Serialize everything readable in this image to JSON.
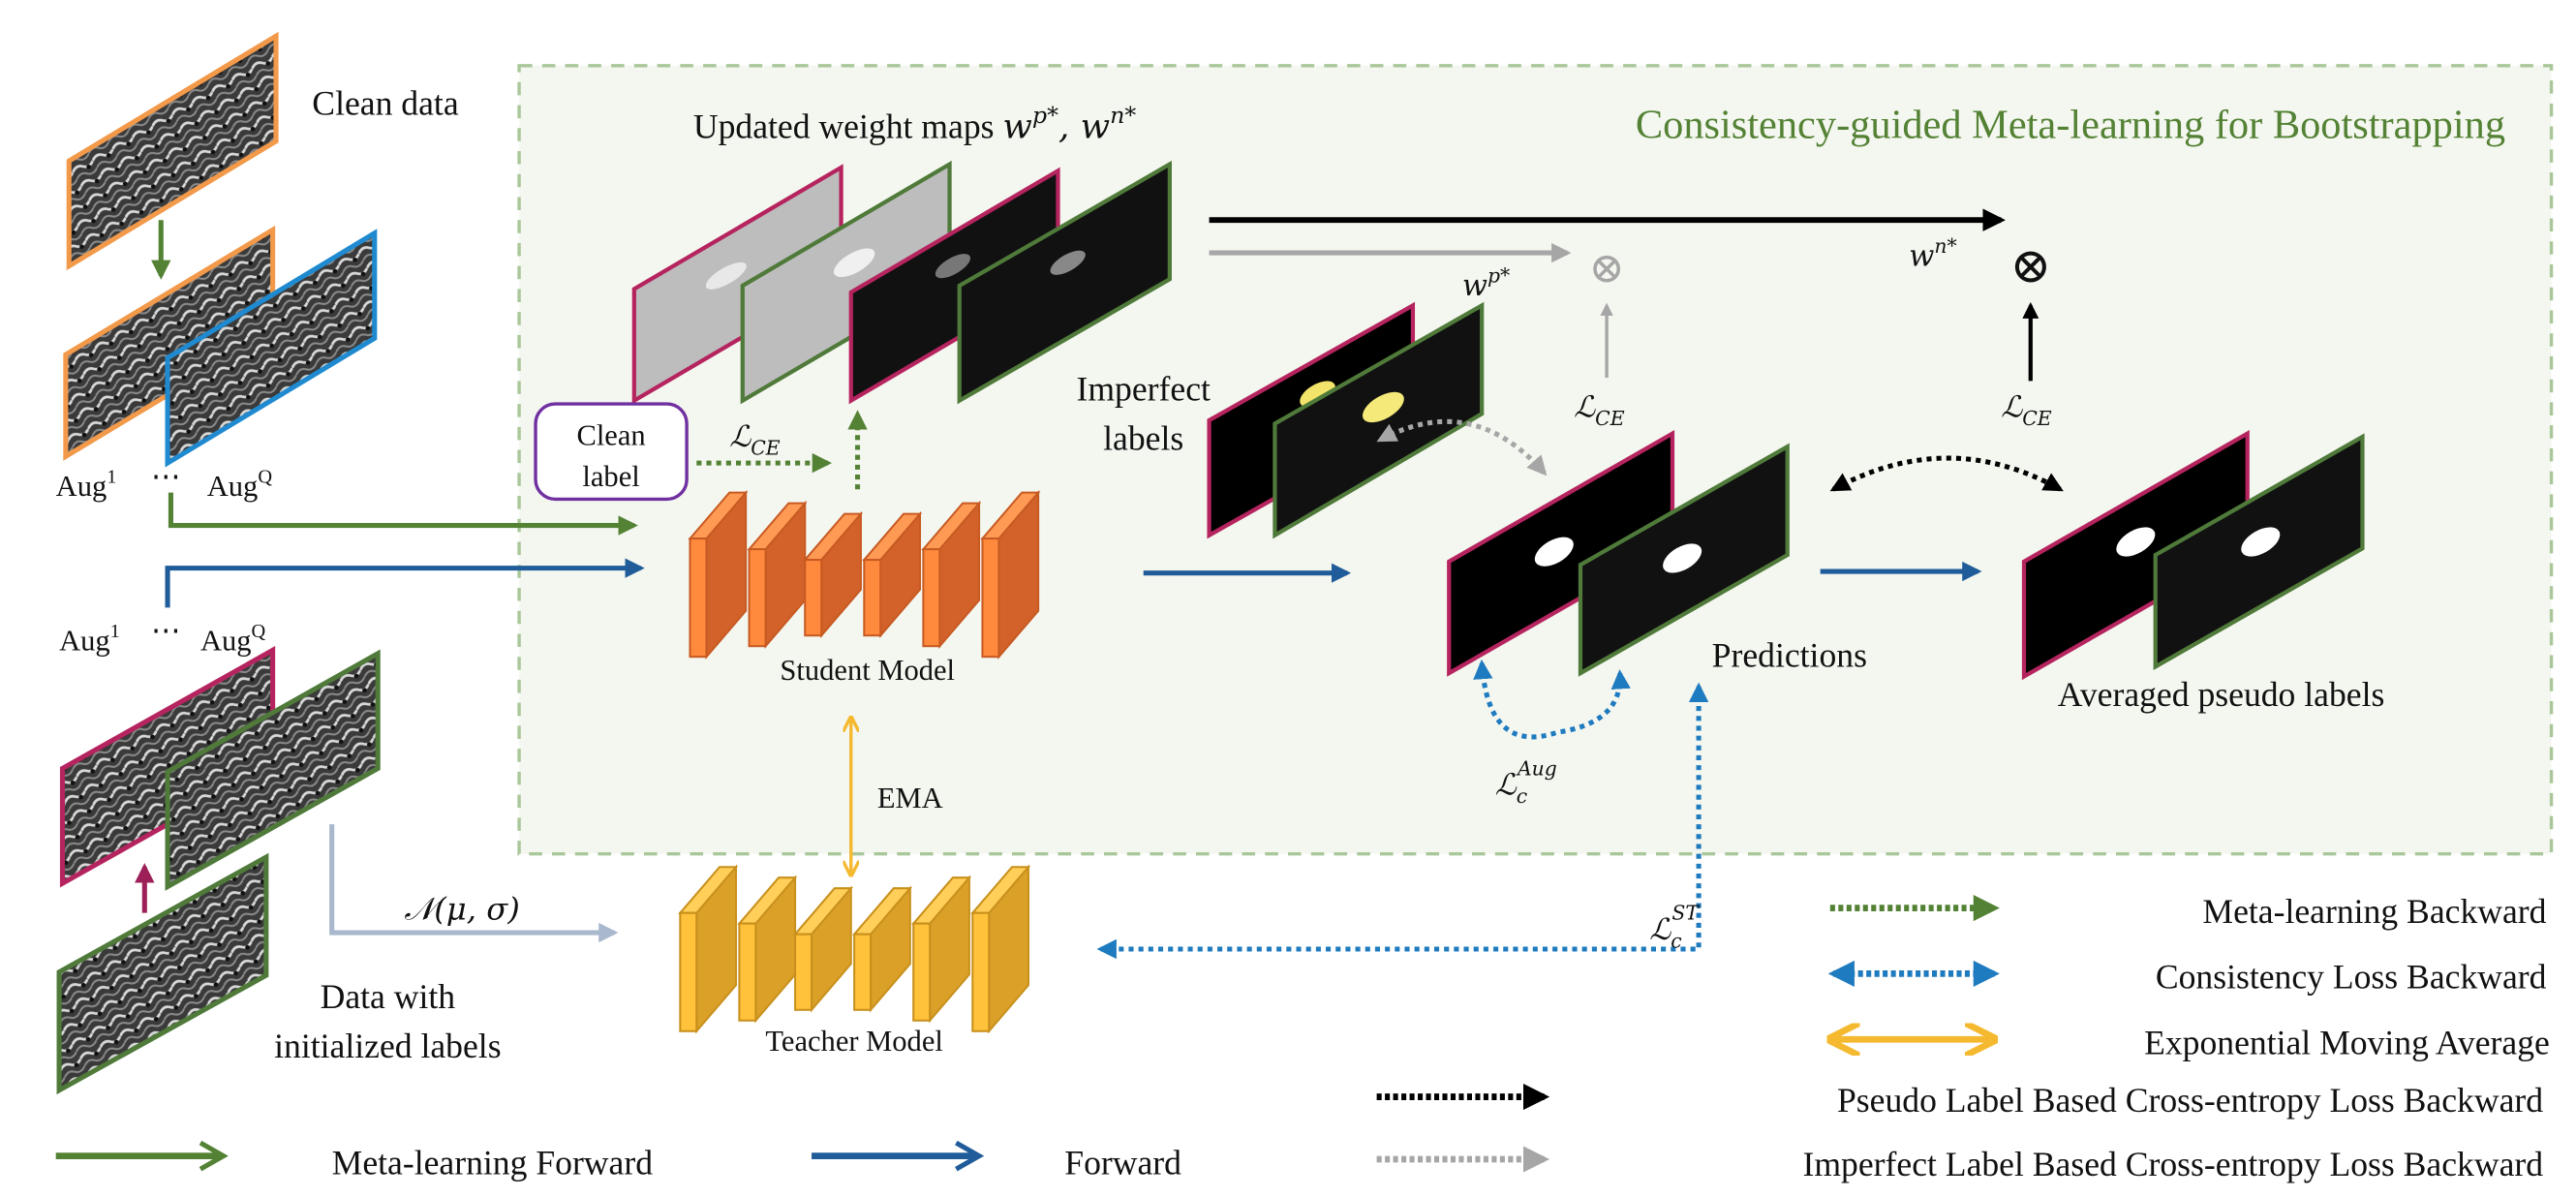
{
  "title": "Consistency-guided Meta-learning for Bootstrapping",
  "colors": {
    "meta_green": "#548235",
    "forward_blue": "#1f5c99",
    "consistency_blue": "#1f7bbf",
    "ema_yellow": "#f5b930",
    "student_orange": "#e06a2c",
    "teacher_gold": "#e0a22a",
    "frame_magenta": "#b5245e",
    "frame_green": "#4f7a3a",
    "frame_orange": "#f2994a",
    "frame_blue": "#1f8ad0",
    "clean_label_purple": "#7030a0",
    "imperfect_gray": "#a6a6a6",
    "region_bg": "#f4f7f0",
    "region_border": "#a9c79a"
  },
  "labels": {
    "clean_data": "Clean data",
    "aug_first": "Aug",
    "aug_first_sup": "1",
    "aug_ellipsis": "⋯",
    "aug_last": "Aug",
    "aug_last_sup": "Q",
    "clean_label_line1": "Clean",
    "clean_label_line2": "label",
    "weight_maps": "Updated weight maps ",
    "weight_maps_math": "w",
    "weight_maps_sup1": "p*",
    "weight_maps_sep": ", w",
    "weight_maps_sup2": "n*",
    "imperfect_line1": "Imperfect",
    "imperfect_line2": "labels",
    "student_model": "Student Model",
    "teacher_model": "Teacher Model",
    "ema": "EMA",
    "predictions": "Predictions",
    "averaged_pseudo": "Averaged pseudo labels",
    "data_init_line1": "Data with",
    "data_init_line2": "initialized labels",
    "noise": "𝒩(μ, σ)",
    "loss_ce_main": "ℒ",
    "loss_ce_sub": "CE",
    "loss_c_sub": "c",
    "loss_aug_sup": "Aug",
    "loss_st_sup": "ST",
    "wp": "w",
    "wp_sup": "p*",
    "wn": "w",
    "wn_sup": "n*",
    "otimes": "⊗"
  },
  "legend": {
    "meta_forward": "Meta-learning Forward",
    "forward": "Forward",
    "meta_backward": "Meta-learning Backward",
    "consistency_backward": "Consistency Loss Backward",
    "ema": "Exponential Moving Average",
    "pseudo_ce_backward": "Pseudo Label Based Cross-entropy Loss Backward",
    "imperfect_ce_backward": "Imperfect Label Based Cross-entropy Loss Backward"
  }
}
